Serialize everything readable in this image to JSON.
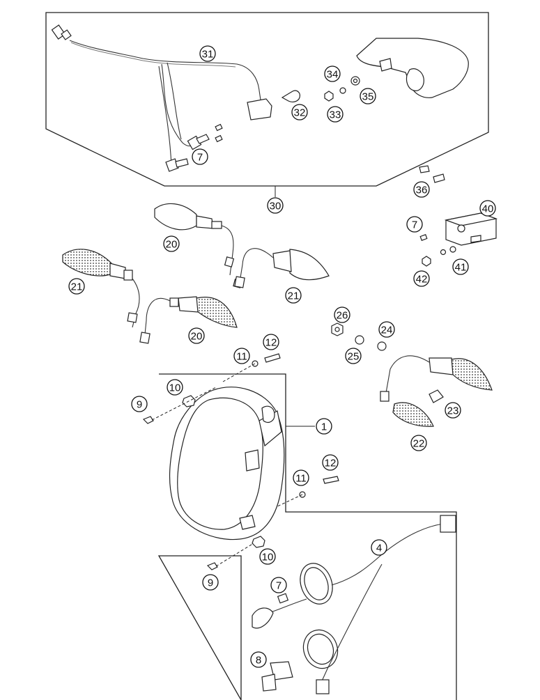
{
  "diagram": {
    "callouts": {
      "c1": "1",
      "c4": "4",
      "c7a": "7",
      "c7b": "7",
      "c7c": "7",
      "c8": "8",
      "c9a": "9",
      "c9b": "9",
      "c10a": "10",
      "c10b": "10",
      "c11a": "11",
      "c11b": "11",
      "c12a": "12",
      "c12b": "12",
      "c20a": "20",
      "c20b": "20",
      "c21a": "21",
      "c21b": "21",
      "c22": "22",
      "c23": "23",
      "c24": "24",
      "c25": "25",
      "c26": "26",
      "c30": "30",
      "c31": "31",
      "c32": "32",
      "c33": "33",
      "c34": "34",
      "c35": "35",
      "c36": "36",
      "c40": "40",
      "c41": "41",
      "c42": "42"
    }
  }
}
